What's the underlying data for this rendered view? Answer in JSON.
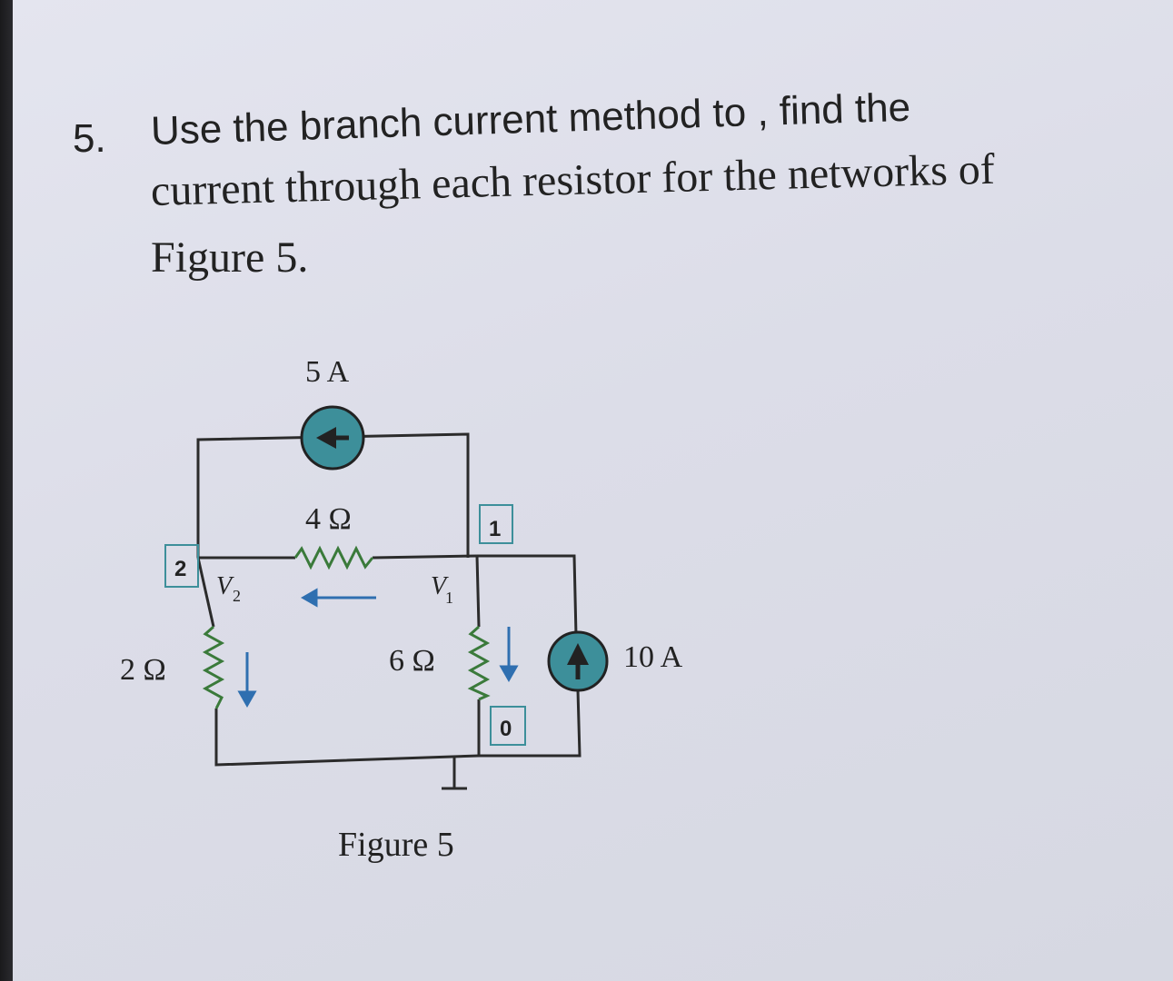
{
  "question": {
    "number": "5.",
    "line1": "Use the branch current method to , find the",
    "line2": "current through each resistor for the networks of",
    "line3": "Figure 5."
  },
  "figure": {
    "caption": "Figure 5",
    "source_top": "5 A",
    "source_right": "10 A",
    "resistor_top": "4 Ω",
    "resistor_left": "2 Ω",
    "resistor_mid": "6 Ω",
    "node_1": "1",
    "node_2": "2",
    "node_0": "0",
    "v1": "V",
    "v1_sub": "1",
    "v2": "V",
    "v2_sub": "2"
  },
  "colors": {
    "source_fill": "#3d8f9a",
    "wire": "#2b2b2b",
    "arrow": "#2f6fb0",
    "resistor": "#3a7a3a"
  }
}
